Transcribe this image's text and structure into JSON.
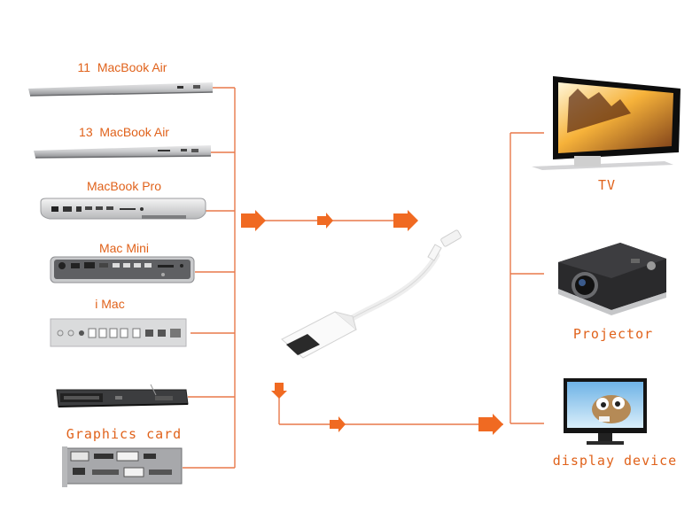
{
  "sources": [
    {
      "label": "11  MacBook Air"
    },
    {
      "label": "13  MacBook Air"
    },
    {
      "label": "MacBook Pro"
    },
    {
      "label": "Mac Mini"
    },
    {
      "label": "i Mac"
    },
    {
      "label": ""
    },
    {
      "label": "Graphics card"
    }
  ],
  "targets": [
    {
      "label": "TV"
    },
    {
      "label": "Projector"
    },
    {
      "label": "display device"
    }
  ],
  "colors": {
    "accent": "#f06a22",
    "line": "#e8794a"
  }
}
